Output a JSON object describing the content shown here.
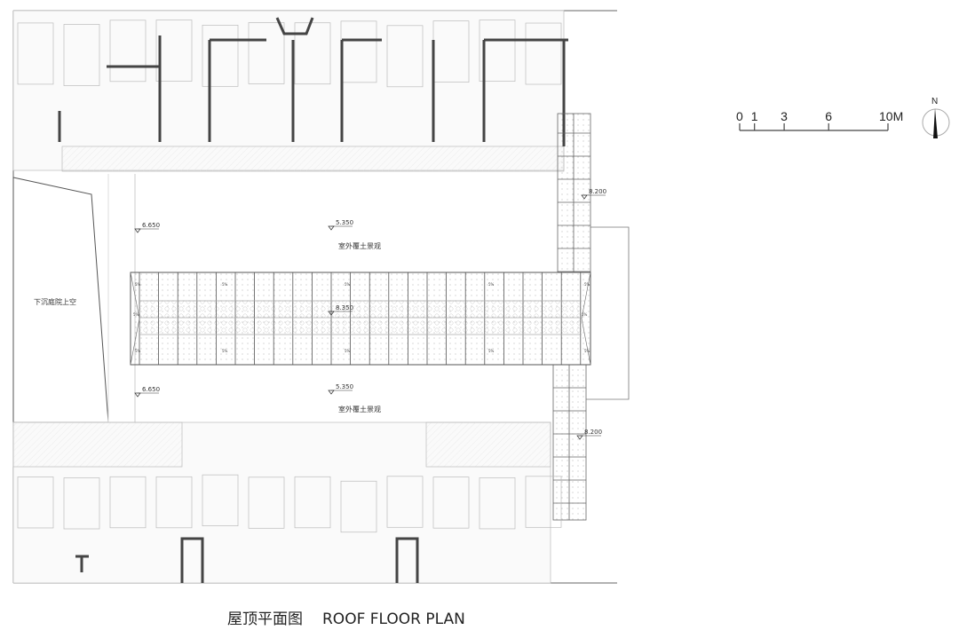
{
  "title": {
    "cn": "屋顶平面图",
    "en": "ROOF FLOOR PLAN"
  },
  "labels": {
    "landscape_top": "室外覆土景观",
    "landscape_bottom": "室外覆土景观",
    "sunken_courtyard": "下沉庭院上空",
    "elev_left_top": "6.650",
    "elev_mid_top": "5.350",
    "elev_canopy": "8.350",
    "elev_left_bottom": "6.650",
    "elev_mid_bottom": "5.350",
    "elev_strip_top": "8.200",
    "elev_strip_bottom": "8.200",
    "slope": "5%"
  },
  "scale_bar": {
    "ticks": [
      "0",
      "1",
      "3",
      "6",
      "10M"
    ],
    "values": [
      0,
      1,
      3,
      6,
      10
    ]
  },
  "north": "N",
  "colors": {
    "line": "#888888",
    "dark": "#444444",
    "light": "#cccccc"
  }
}
